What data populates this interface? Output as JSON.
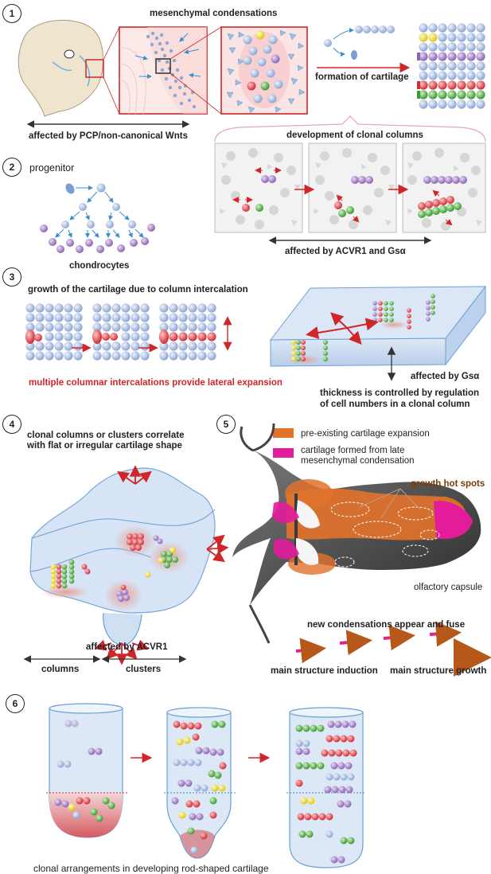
{
  "panel_numbers": [
    "1",
    "2",
    "3",
    "4",
    "5",
    "6"
  ],
  "p1": {
    "title": "mesenchymal condensations",
    "formation": "formation of cartilage",
    "affected": "affected by PCP/non-canonical Wnts",
    "clonal_title": "development of clonal columns"
  },
  "p2": {
    "progenitor": "progenitor",
    "chondrocytes": "chondrocytes",
    "affected": "affected by ACVR1 and Gsα"
  },
  "p3": {
    "title": "growth of the cartilage due to column intercalation",
    "lateral": "multiple columnar intercalations provide lateral expansion",
    "affected": "affected by Gsα",
    "thickness_1": "thickness is controlled by regulation",
    "thickness_2": "of cell numbers in a clonal column"
  },
  "p4": {
    "title_1": "clonal columns or clusters correlate",
    "title_2": "with flat or irregular cartilage shape",
    "affected": "affected by ACVR1",
    "columns": "columns",
    "clusters": "clusters"
  },
  "p5": {
    "legend_orange": "pre-existing cartilage expansion",
    "legend_pink_1": "cartilage formed from late",
    "legend_pink_2": "mesenchymal condensation",
    "hotspots": "growth hot spots",
    "olfactory": "olfactory capsule",
    "new_condensations": "new condensations appear and fuse",
    "induction": "main structure induction",
    "growth": "main structure growth"
  },
  "p6": {
    "caption": "clonal arrangements in developing rod-shaped cartilage"
  },
  "colors": {
    "cell_blue": "#b4c6e6",
    "cell_purple": "#a98bc8",
    "cell_red": "#e2545b",
    "cell_green": "#59b04a",
    "cell_yellow": "#f1e04a",
    "arrow_red": "#d0262a",
    "orange": "#e0722c",
    "magenta": "#e31c9c",
    "brown_text": "#7a3a06"
  }
}
